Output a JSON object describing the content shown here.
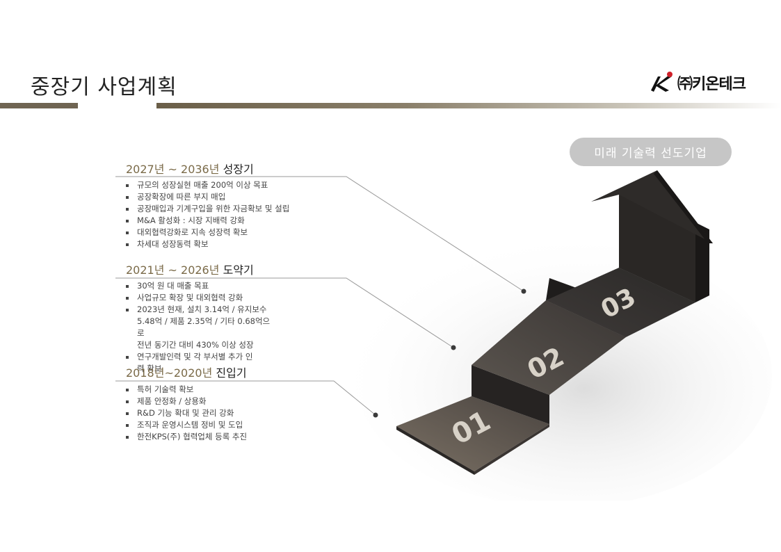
{
  "page": {
    "title": "중장기 사업계획"
  },
  "logo": {
    "text": "㈜키온테크"
  },
  "badge": {
    "label": "미래 기술력 선도기업"
  },
  "steps": [
    "01",
    "02",
    "03"
  ],
  "sections": [
    {
      "period": "2027년 ~ 2036년",
      "stage": "성장기",
      "items": [
        "규모의 성장실현 매출 200억 이상 목표",
        "공장확장에 따른 부지 매입",
        "공장매입과 기계구입을 위한 자금확보 및 설립",
        "M&A 활성화 : 시장 지배력 강화",
        "대외협력강화로 지속 성장력 확보",
        "차세대 성장동력 확보"
      ]
    },
    {
      "period": "2021년 ~ 2026년",
      "stage": "도약기",
      "items": [
        "30억 원 대  매출 목표",
        "사업규모 확장 및 대외협력 강화",
        "2023년 현재, 설치 3.14억 / 유지보수",
        "5.48억 / 제품 2.35억 / 기타 0.68억으",
        "로",
        "전년 동기간 대비 430% 이상 성장",
        "연구개발인력 및 각 부서별 추가 인",
        "력 확보"
      ]
    },
    {
      "period": "2018년~2020년",
      "stage": "진입기",
      "items": [
        "특허 기술력 확보",
        "제품 안정화 / 상용화",
        "R&D 기능 확대 및 관리 강화",
        "조직과 운영시스템 정비 및 도입",
        "한전KPS(주) 협력업체 등록 추진"
      ]
    }
  ]
}
